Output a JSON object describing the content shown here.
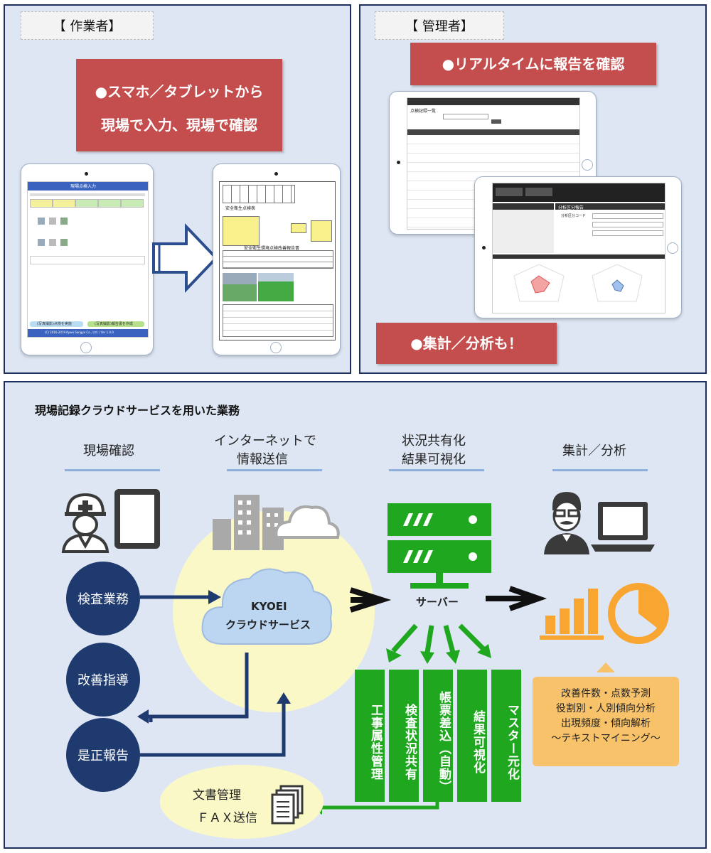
{
  "worker_panel": {
    "tag": "【 作業者】",
    "headline_line1": "●スマホ／タブレットから",
    "headline_line2": "現場で入力、現場で確認",
    "tablet_form": {
      "app_header": "現場点検入力",
      "btn1": "(写真撮影)点検を実施",
      "btn2": "(写真撮影)報告書を作成",
      "footer": "(C) 2016-2019 Kyoei Sangyo Co., Ltd. / Ver 1.0.0"
    },
    "report_title": "安全衛生環境点検改善報告書",
    "report_sheet_title": "安全衛生点検表"
  },
  "admin_panel": {
    "tag": "【 管理者】",
    "headline_top": "●リアルタイムに報告を確認",
    "headline_bottom": "●集計／分析も！",
    "list_header": "点検記録一覧",
    "analysis_header": "分析区分報告",
    "analysis_field": "分析区分コード"
  },
  "bottom_panel": {
    "title": "現場記録クラウドサービスを用いた業務",
    "stage1": "現場確認",
    "stage2_line1": "インターネットで",
    "stage2_line2": "情報送信",
    "stage3_line1": "状況共有化",
    "stage3_line2": "結果可視化",
    "stage4": "集計／分析",
    "circle1": "検査業務",
    "circle2": "改善指導",
    "circle3": "是正報告",
    "cloud_line1": "KYOEI",
    "cloud_line2": "クラウドサービス",
    "server_label": "サーバー",
    "columns": [
      "工事属性管理",
      "検査状況共有",
      "帳票差込（自動）",
      "結果可視化",
      "マスター元化"
    ],
    "doc_line1": "文書管理",
    "doc_line2": "ＦＡＸ送信",
    "analysis_lines": [
      "改善件数・点数予測",
      "役割別・人別傾向分析",
      "出現頻度・傾向解析",
      "〜テキストマイニング〜"
    ]
  },
  "colors": {
    "panel_bg": "#dde6f2",
    "border": "#1c2f5e",
    "red": "#c44d4d",
    "green": "#1fa81f",
    "navy": "#1e3a6e",
    "orange": "#f8a531",
    "yellow_glow": "#fbf8c8"
  }
}
